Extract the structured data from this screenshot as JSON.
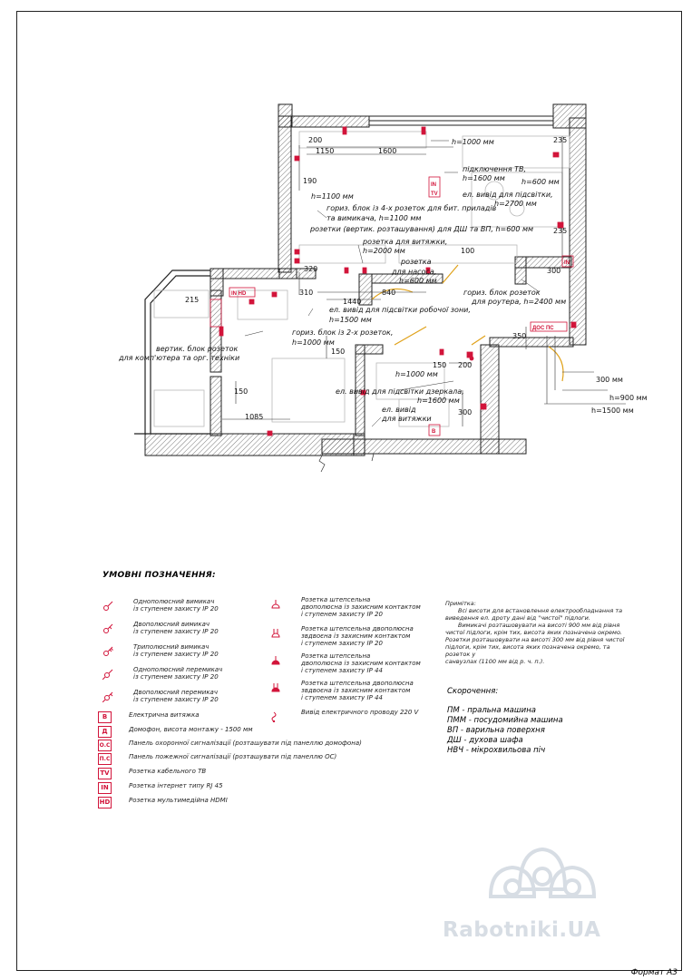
{
  "plan": {
    "dims": {
      "d200": "200",
      "d1150": "1150",
      "d1600": "1600",
      "d190": "190",
      "d235a": "235",
      "d235b": "235",
      "d320": "320",
      "d100": "100",
      "d300a": "300",
      "d310": "310",
      "d840": "840",
      "d1440": "1440",
      "d215": "215",
      "d150a": "150",
      "d150b": "150",
      "d150c": "150",
      "d200b": "200",
      "d300b": "300",
      "d350": "350",
      "d1085": "1085",
      "d300c": "300 мм",
      "d900": "h=900 мм",
      "d1500": "h=1500 мм"
    },
    "labels": {
      "h1000a": "h=1000 мм",
      "tv": "підключення ТВ,",
      "tv_h": "h=1600 мм",
      "h600": "h=600 мм",
      "light_out": "ел. вивід для підсвітки,",
      "light_out_h": "h=2700 мм",
      "h1100": "h=1100 мм",
      "block4": "гориз. блок із 4-х розеток для бит. приладів",
      "block4_b": "та вимикача, h=1100 мм",
      "vert": "розетки (вертик. розташування) для ДШ та ВП, h=600 мм",
      "hood": "розетка для витяжки,",
      "hood_h": "h=2000 мм",
      "pump": "розетка",
      "pump_b": "для насоса,",
      "pump_h": "h=600 мм",
      "router": "гориз. блок розеток",
      "router_b": "для роутера, h=2400 мм",
      "work_light": "ел. вивід для підсвітки робочої зони,",
      "work_light_h": "h=1500 мм",
      "block2": "гориз. блок із 2-х розеток,",
      "block2_h": "h=1000 мм",
      "vert_pc": "вертик. блок розеток",
      "vert_pc_b": "для комп'ютера та орг. техніки",
      "h1000b": "h=1000 мм",
      "mirror": "ел. вивід для підсвітки дзеркала,",
      "mirror_h": "h=1600 мм",
      "bath_hood": "ел. вивід",
      "bath_hood_b": "для витяжки"
    }
  },
  "legend": {
    "title": "УМОВНІ ПОЗНАЧЕННЯ:",
    "left": [
      {
        "text": "Однополюсний вимикач\nіз ступенем захисту IP 20",
        "icon": "switch-1-icon"
      },
      {
        "text": "Двополюсний вимикач\nіз ступенем захисту IP 20",
        "icon": "switch-2-icon"
      },
      {
        "text": "Триполюсний вимикач\nіз ступенем захисту IP 20",
        "icon": "switch-3-icon"
      },
      {
        "text": "Однополюсний перемикач\nіз ступенем захисту IP 20",
        "icon": "switch-toggle-1-icon"
      },
      {
        "text": "Двополюсний перемикач\nіз ступенем захисту IP 20",
        "icon": "switch-toggle-2-icon"
      }
    ],
    "right": [
      {
        "text": "Розетка штепсельна\nдвополюсна із захисним контактом\nі ступенем захисту IP 20",
        "icon": "socket-ip20-icon"
      },
      {
        "text": "Розетка штепсельна двополюсна\nзвдвоєна із захисним контактом\nі ступенем захисту IP 20",
        "icon": "socket-double-ip20-icon"
      },
      {
        "text": "Розетка штепсельна\nдвополюсна із захисним контактом\nі ступенем захисту IP 44",
        "icon": "socket-ip44-icon"
      },
      {
        "text": "Розетка штепсельна двополюсна\nзвдвоєна із захисним контактом\nі ступенем захисту IP 44",
        "icon": "socket-double-ip44-icon"
      },
      {
        "text": "Вивід електричного проводу 220 V",
        "icon": "wire-outlet-icon"
      }
    ],
    "boxes": [
      {
        "code": "В",
        "text": "Електрична витяжка"
      },
      {
        "code": "Д",
        "text": "Домофон, висота монтажу - 1500 мм"
      },
      {
        "code": "О.С",
        "text": "Панель охоронної сигналізації (розташувати під панеллю домофона)"
      },
      {
        "code": "П.С",
        "text": "Панель пожежної сигналізації (розташувати під панеллю ОС)"
      },
      {
        "code": "TV",
        "text": "Розетка кабельного ТВ"
      },
      {
        "code": "IN",
        "text": "Розетка інтернет типу RJ 45"
      },
      {
        "code": "HD",
        "text": "Розетка мультимедійна HDMI"
      }
    ]
  },
  "note": {
    "title": "Примітка:",
    "lines": [
      "Всі висоти для встановлення електрообладнання та",
      "виведення ел. дроту дані від \"чистої\" підлоги.",
      "Вимикачі розташовувати на висоті 900 мм від рівня",
      "чистої підлоги, крім тих, висота яких позначена окремо.",
      "Розетки розташовувати на висоті 300 мм від рівня чистої",
      "підлоги, крім тих, висота яких позначена окремо, та розеток у",
      "санвузлах (1100 мм від р. ч. п.)."
    ]
  },
  "abbreviations": {
    "title": "Скорочення:",
    "items": [
      "ПМ - пральна машина",
      "ПММ - посудомийна машина",
      "ВП - варильна поверхня",
      "ДШ - духова шафа",
      "НВЧ - мікрохвильова піч"
    ]
  },
  "footer": {
    "format": "Формат А3"
  },
  "watermark": {
    "text": "Rabotniki.UA"
  },
  "colors": {
    "accent": "#d2143a",
    "wall": "#222222",
    "hatch": "#555555",
    "door": "#e0a21b"
  }
}
